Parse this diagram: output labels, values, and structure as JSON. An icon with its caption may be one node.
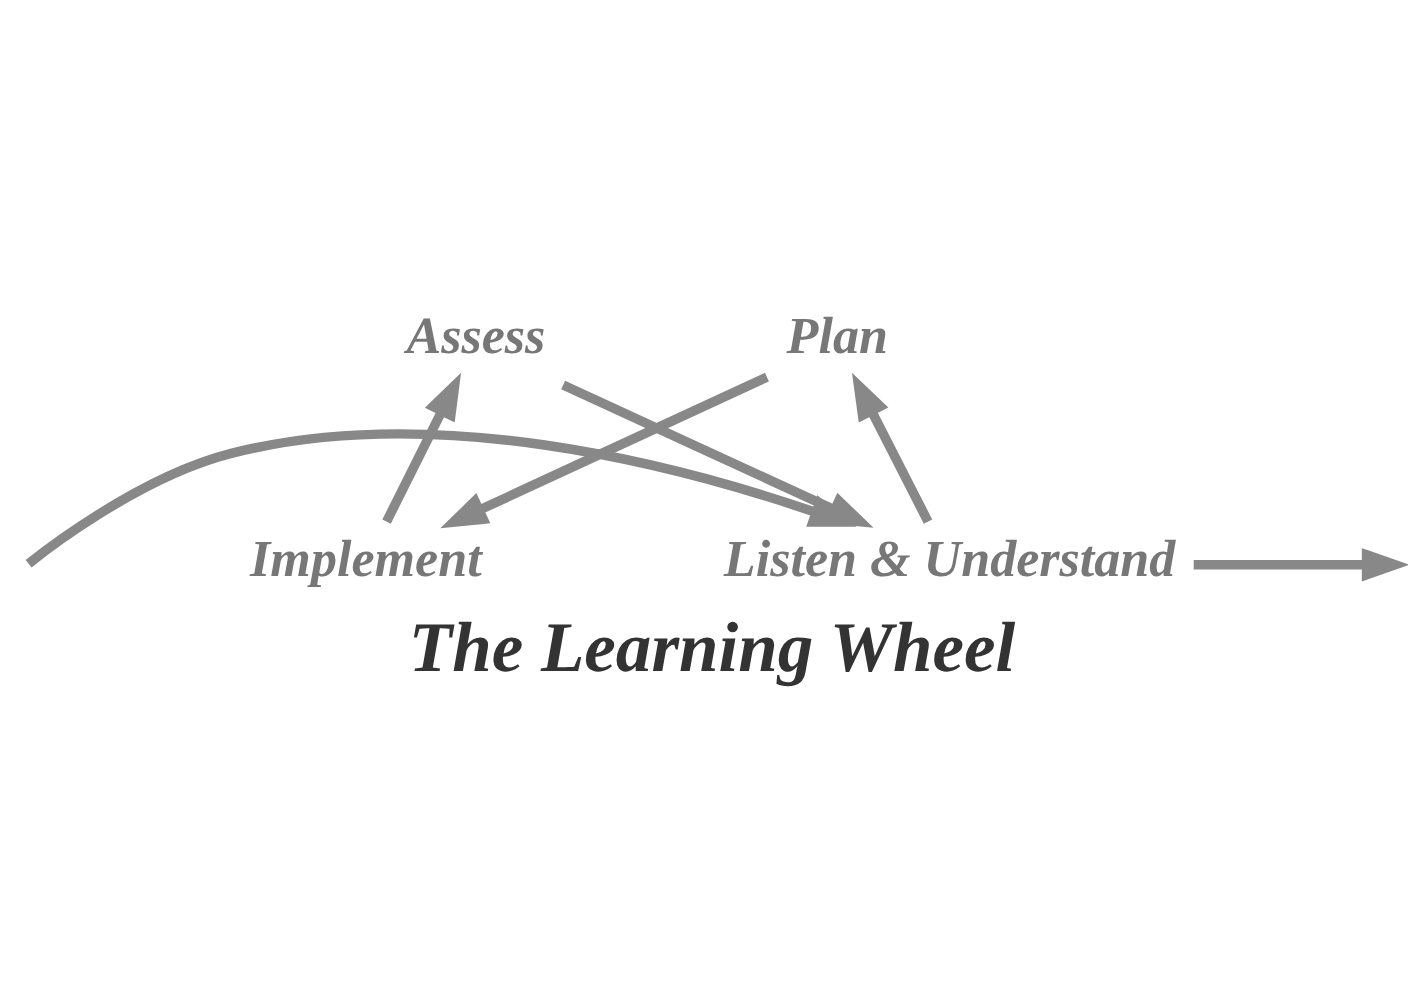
{
  "diagram": {
    "title": "The Learning Wheel",
    "nodes": [
      {
        "text": [
          "Listen & Understand"
        ]
      },
      {
        "text": [
          "Plan"
        ]
      },
      {
        "text": [
          "Implement"
        ]
      },
      {
        "text": [
          "Assess"
        ]
      }
    ],
    "edges": [
      {
        "from": 0,
        "to": 1,
        "arrow": "to"
      },
      {
        "from": 1,
        "to": 2,
        "arrow": "to"
      },
      {
        "from": 2,
        "to": 3,
        "arrow": "to"
      },
      {
        "from": 3,
        "to": 0,
        "arrow": "to"
      },
      {
        "from": null,
        "to": 0,
        "arrow": "to"
      },
      {
        "from": 0,
        "to": null,
        "arrow": "to"
      }
    ]
  }
}
